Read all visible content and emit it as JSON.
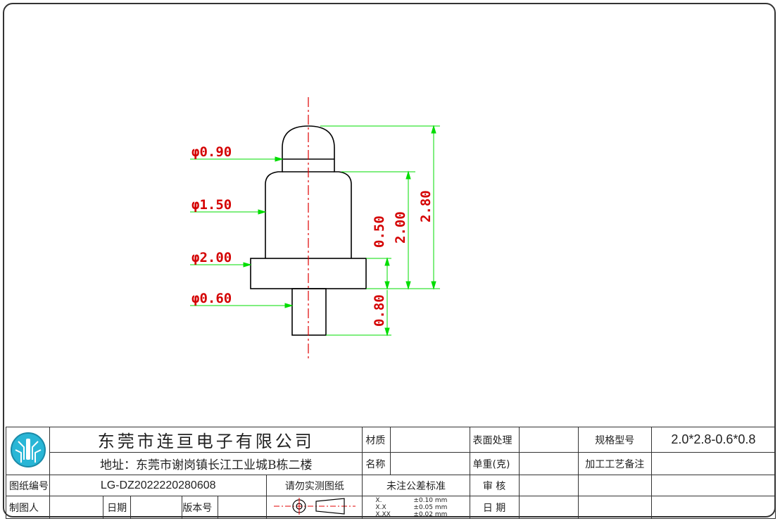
{
  "colors": {
    "dimension": "#00ff00",
    "label": "#d40000",
    "centerline": "#e00000",
    "outline": "#000000"
  },
  "dimensions": {
    "dia_head": "φ0.90",
    "dia_body": "φ1.50",
    "dia_flange": "φ2.00",
    "dia_tail": "φ0.60",
    "len_total": "2.80",
    "len_upper": "2.00",
    "len_flange": "0.50",
    "len_tail": "0.80"
  },
  "title_block": {
    "company": "东莞市连亘电子有限公司",
    "address": "地址：东莞市谢岗镇长江工业城B栋二楼",
    "material_label": "材质",
    "material_value": "",
    "name_label": "名称",
    "name_value": "",
    "surface_label": "表面处理",
    "surface_value": "",
    "weight_label": "单重(克)",
    "weight_value": "",
    "spec_label": "规格型号",
    "spec_value": "2.0*2.8-0.6*0.8",
    "process_label": "加工工艺备注",
    "process_value": "",
    "drawing_no_label": "图纸编号",
    "drawing_no_value": "LG-DZ2022220280608",
    "no_measure": "请勿实测图纸",
    "tolerance_title": "未注公差标准",
    "tolerances": [
      {
        "format": "X.",
        "value": "±0.10  mm"
      },
      {
        "format": "X.X",
        "value": "±0.05  mm"
      },
      {
        "format": "X.XX",
        "value": "±0.02  mm"
      }
    ],
    "review_label": "审  核",
    "date_label2": "日  期",
    "drafter_label": "制图人",
    "date_label": "日期",
    "version_label": "版本号"
  }
}
